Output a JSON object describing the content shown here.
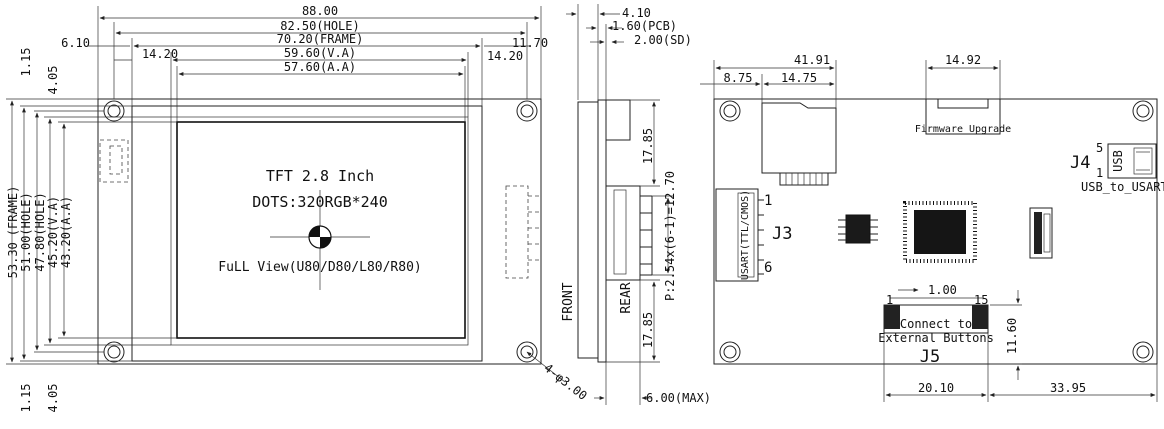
{
  "front": {
    "dims_top": {
      "overall": "88.00",
      "hole": "82.50(HOLE)",
      "frame": "70.20(FRAME)",
      "va": "59.60(V.A)",
      "aa": "57.60(A.A)",
      "left_offset": "6.10",
      "left_inner": "14.20",
      "right_offset": "11.70",
      "right_inner": "14.20"
    },
    "dims_left": {
      "frame": "53.30",
      "frame_label": "(FRAME)",
      "pcb": "51.00(HOLE)",
      "hole": "47.80(HOLE)",
      "va": "45.20(V.A)",
      "aa": "43.20(A.A)",
      "top_a": "1.15",
      "top_b": "4.05",
      "bot_a": "1.15",
      "bot_b": "4.05"
    },
    "title": "TFT 2.8 Inch",
    "dots": "DOTS:320RGB*240",
    "view": "FuLL View(U80/D80/L80/R80)",
    "hole_callout": "4-φ3.00"
  },
  "side": {
    "dims_top": {
      "a": "4.10",
      "pcb": "1.60(PCB)",
      "sd": "2.00(SD)"
    },
    "pitch_top": "17.85",
    "pitch_bot": "17.85",
    "pitch_label": "P:2.54x(6-1)=12.70",
    "front_label": "FRONT",
    "rear_label": "REAR",
    "max_label": "6.00(MAX)"
  },
  "rear": {
    "dims_top": {
      "overall": "41.91",
      "a": "8.75",
      "b": "14.75",
      "c": "14.92"
    },
    "firmware_label": "Firmware Upgrade",
    "j4": "J4",
    "usb": "USB",
    "usb_to_usart": "USB_to_USART",
    "pin5": "5",
    "pin1": "1",
    "j3": "J3",
    "j3_side": "USART(TTL/CMOS)",
    "j3_pin1": "1",
    "j3_pin6": "6",
    "j5": "J5",
    "j5_pin1": "1",
    "j5_pin15": "15",
    "j5_pitch": "1.00",
    "j5_line1": "Connect to",
    "j5_line2": "External Buttons",
    "j5_height": "11.60",
    "dim_bottom_a": "20.10",
    "dim_bottom_b": "33.95"
  }
}
